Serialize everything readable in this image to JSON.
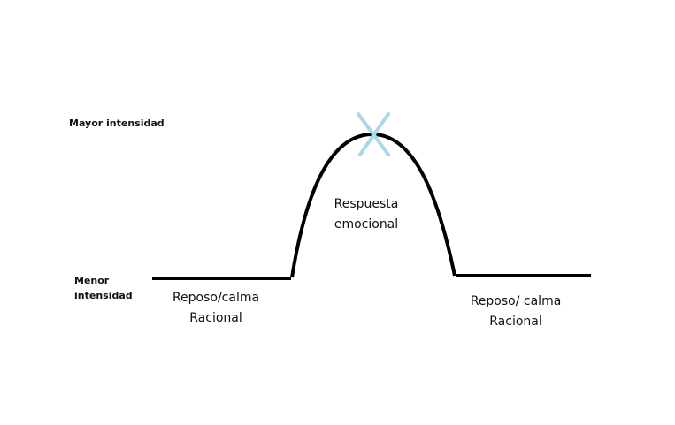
{
  "axis_labels": {
    "high": "Mayor intensidad",
    "low_line1": "Menor",
    "low_line2": "intensidad"
  },
  "phases": {
    "before": {
      "line1": "Reposo/calma",
      "line2": "Racional"
    },
    "peak": {
      "line1": "Respuesta",
      "line2": "emocional"
    },
    "after": {
      "line1": "Reposo/ calma",
      "line2": "Racional"
    }
  },
  "colors": {
    "curve": "#000000",
    "peak_marker": "#a9d9e8"
  },
  "icons": {
    "peak_marker": "x-mark-icon"
  }
}
